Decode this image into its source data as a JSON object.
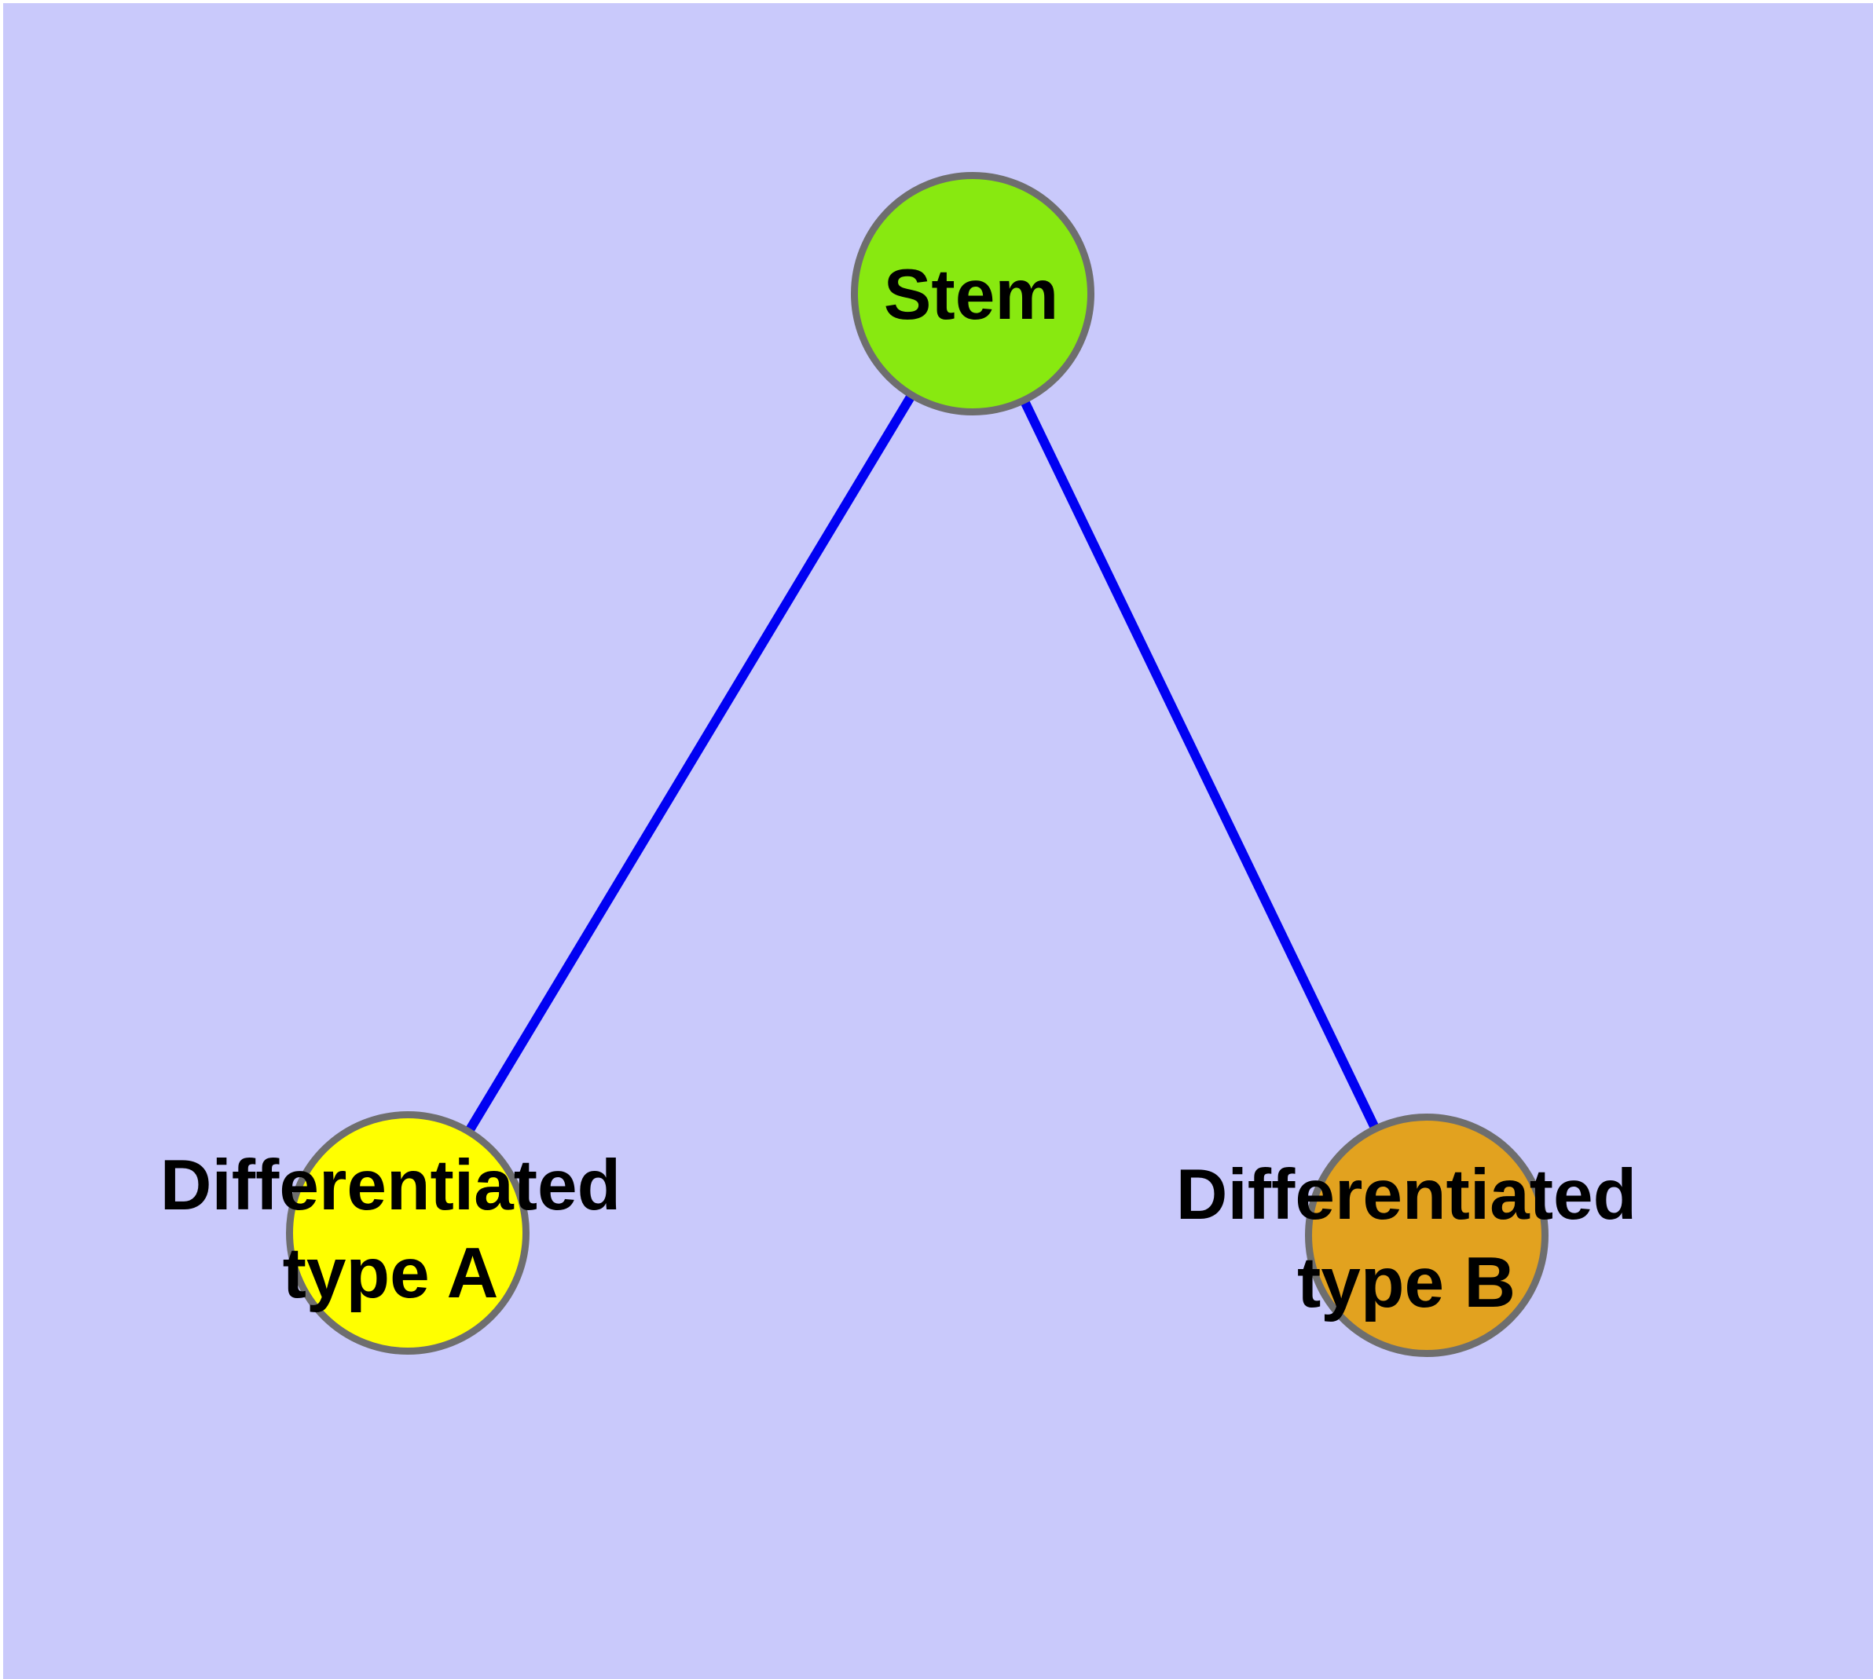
{
  "diagram": {
    "background_color": "#c9c9fb",
    "page_margin_color": "#ffffff",
    "edge_color": "#0101f2",
    "node_border_color": "#6e6e6e",
    "text_color": "#000000",
    "nodes": [
      {
        "id": "stem",
        "label": "Stem",
        "fill_color": "#88e910"
      },
      {
        "id": "differentiated-type-a",
        "label": "Differentiated\ntype A",
        "fill_color": "#ffff00"
      },
      {
        "id": "differentiated-type-b",
        "label": "Differentiated\ntype B",
        "fill_color": "#e2a21f"
      }
    ],
    "edges": [
      {
        "from": "stem",
        "to": "differentiated-type-a"
      },
      {
        "from": "stem",
        "to": "differentiated-type-b"
      }
    ]
  }
}
